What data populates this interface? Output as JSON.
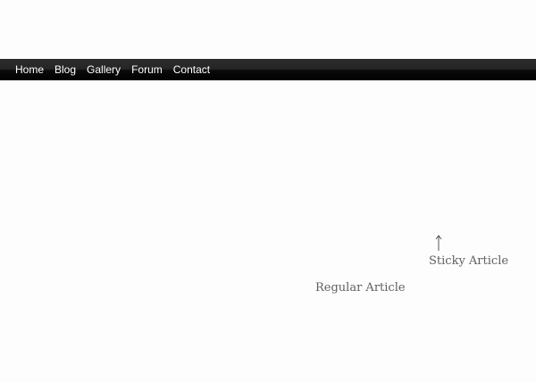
{
  "nav": {
    "items": [
      {
        "label": "Home"
      },
      {
        "label": "Blog"
      },
      {
        "label": "Gallery"
      },
      {
        "label": "Forum"
      },
      {
        "label": "Contact"
      }
    ]
  },
  "annotations": {
    "sticky": "Sticky Article",
    "regular": "Regular Article",
    "arrow_icon": "up-arrow-icon"
  },
  "colors": {
    "nav_background": "#000000",
    "nav_text": "#ffffff",
    "label_text": "#606060",
    "page_background": "#fdfdfd"
  }
}
